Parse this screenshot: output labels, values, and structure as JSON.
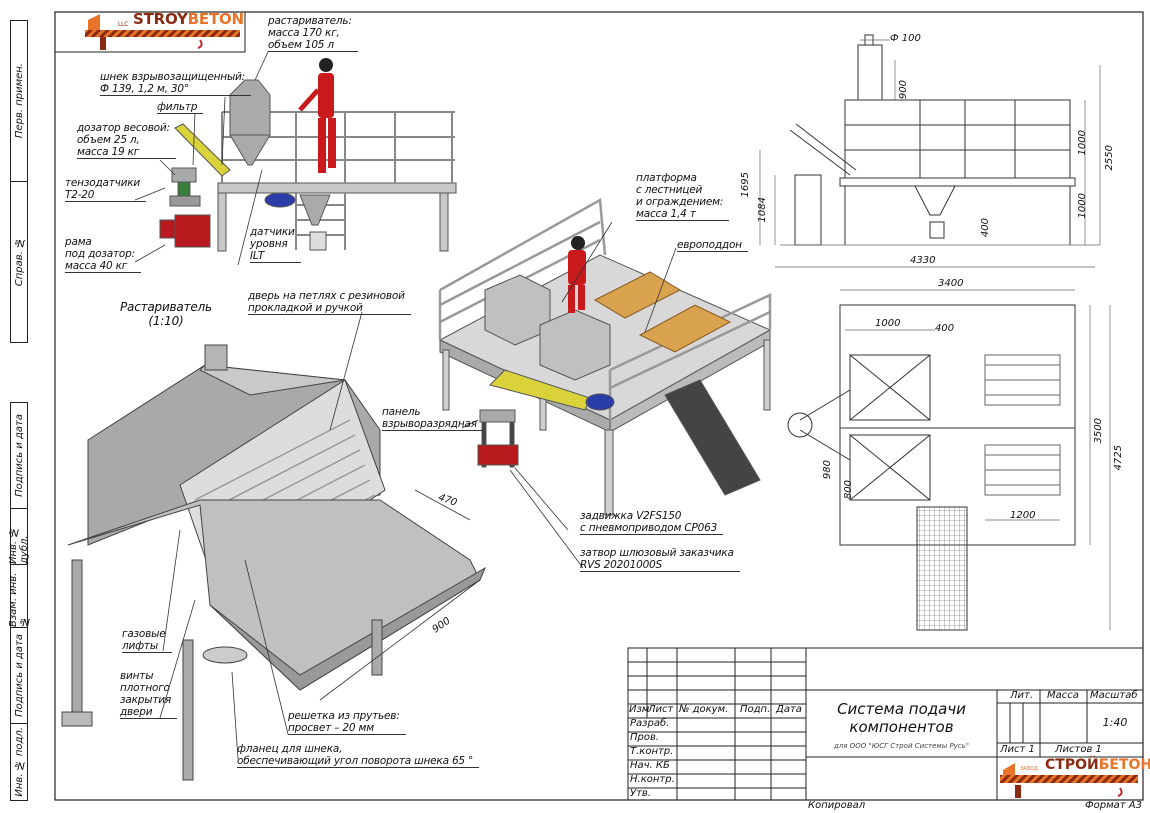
{
  "sidebar": {
    "cells": [
      "Перв. примен.",
      "Справ. №",
      "Подпись и дата",
      "Инв. № дубл.",
      "Взам. инв. №",
      "Подпись и дата",
      "Инв. № подл."
    ]
  },
  "logo_top": {
    "prefix": "LLC",
    "name_a": "STROY",
    "name_b": "BETON"
  },
  "side_view_labels": {
    "rastarivatel": [
      "растариватель:",
      "масса 170 кг,",
      "объем 105 л"
    ],
    "shnek": [
      "шнек взрывозащищенный:",
      "Ф 139, 1,2 м, 30°"
    ],
    "filter": "фильтр",
    "dozator": [
      "дозатор весовой:",
      "объем 25 л,",
      "масса 19 кг"
    ],
    "tenzo": [
      "тензодатчики",
      "Т2-20"
    ],
    "rama": [
      "рама",
      "под дозатор:",
      "масса 40 кг"
    ],
    "sensors": [
      "датчики",
      "уровня",
      "ILT"
    ]
  },
  "iso_labels": {
    "platform": [
      "платформа",
      "с лестницей",
      "и ограждением:",
      "масса 1,4 т"
    ],
    "pallet": "европоддон",
    "panel": [
      "панель",
      "взрыворазрядная"
    ],
    "valve": [
      "задвижка V2FS150",
      "с пневмоприводом CP063"
    ],
    "airlock": [
      "затвор шлюзовый заказчика",
      "RVS 20201000S"
    ]
  },
  "detail": {
    "title": "Растариватель",
    "scale": "(1:10)",
    "door": [
      "дверь на петлях с резиновой",
      "прокладкой и ручкой"
    ],
    "gas": [
      "газовые",
      "лифты"
    ],
    "screws": [
      "винты",
      "плотного",
      "закрытия",
      "двери"
    ],
    "grid": [
      "решетка из прутьев:",
      "просвет – 20 мм"
    ],
    "flange": [
      "фланец для шнека,",
      "обеспечивающий угол поворота шнека 65 °"
    ],
    "dim_470": "470",
    "dim_900": "900"
  },
  "front_view_dims": {
    "phi": "Ф 100",
    "d900": "900",
    "d1000a": "1000",
    "d1000b": "1000",
    "d2550": "2550",
    "d1695": "1695",
    "d1084": "1084",
    "d400": "400",
    "d4330": "4330"
  },
  "plan_view_dims": {
    "d3400": "3400",
    "d1000": "1000",
    "d400": "400",
    "d3500": "3500",
    "d4725": "4725",
    "d980": "980",
    "d800": "800",
    "d1200": "1200"
  },
  "title_block": {
    "headers": [
      "Изм",
      "Лист",
      "№ докум.",
      "Подп.",
      "Дата"
    ],
    "roles": [
      "Разраб.",
      "Пров.",
      "Т.контр.",
      "Нач. КБ",
      "Н.контр.",
      "Утв."
    ],
    "title_line1": "Система подачи",
    "title_line2": "компонентов",
    "subtitle": "для ООО \"ЮСГ Строй Системы Русь\"",
    "lit": "Лит.",
    "mass": "Масса",
    "scale_label": "Масштаб",
    "scale_value": "1:40",
    "sheet": "Лист 1",
    "sheets": "Листов 1",
    "logo_prefix": "ЗАВОД",
    "logo_a": "СТРОЙ",
    "logo_b": "БЕТОН",
    "copied": "Копировал",
    "format": "Формат А3"
  },
  "colors": {
    "logo_orange": "#e8742a",
    "logo_dark": "#8a2a12",
    "worker_red": "#c8191c",
    "screw_yellow": "#d9d23a",
    "motor_blue": "#2a3ca8",
    "steel": "#b9b9b9",
    "wood": "#d9a24f"
  }
}
